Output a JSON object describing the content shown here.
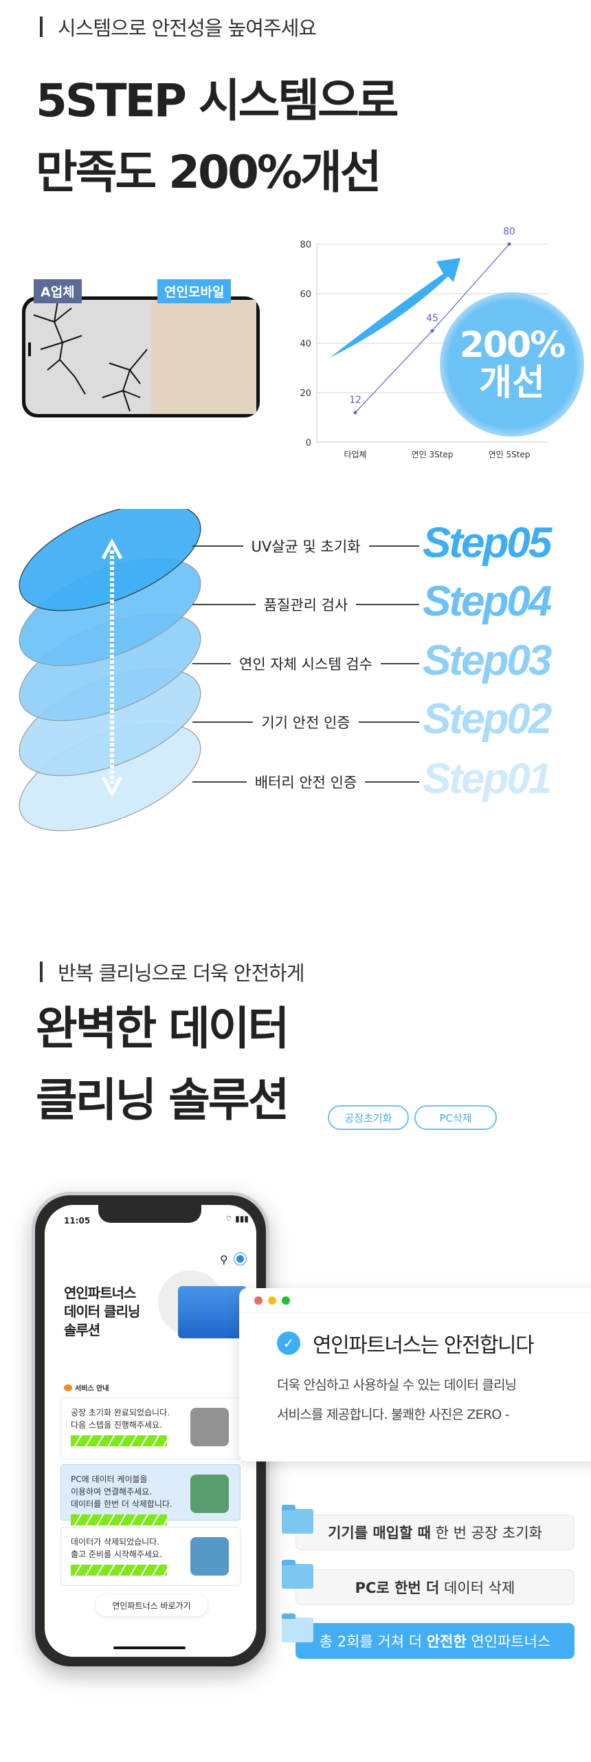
{
  "section1": {
    "subtitle": "시스템으로 안전성을 높여주세요",
    "title_line1": "5STEP 시스템으로",
    "title_line2": "만족도 200%개선",
    "compare": {
      "left_tag": "A업체",
      "right_tag": "연인모바일"
    },
    "badge": {
      "line1": "200%",
      "line2": "개선"
    }
  },
  "chart_data": {
    "type": "line",
    "categories": [
      "타업체",
      "연인 3Step",
      "연인 5Step"
    ],
    "values": [
      12,
      45,
      80
    ],
    "value_labels": [
      "12",
      "45",
      "80"
    ],
    "yticks": [
      "0",
      "20",
      "40",
      "60",
      "80"
    ],
    "ylim": [
      0,
      80
    ],
    "title": "",
    "xlabel": "",
    "ylabel": "",
    "grid": true,
    "color": "#5b5fe0"
  },
  "steps": [
    {
      "label": "UV살균 및 초기화",
      "step": "Step05",
      "color": "#3daef4"
    },
    {
      "label": "품질관리 검사",
      "step": "Step04",
      "color": "#6bc1f7"
    },
    {
      "label": "연인 자체 시스템 검수",
      "step": "Step03",
      "color": "#8ecff8"
    },
    {
      "label": "기기 안전 인증",
      "step": "Step02",
      "color": "#acdcfa"
    },
    {
      "label": "배터리 안전 인증",
      "step": "Step01",
      "color": "#cfeafc"
    }
  ],
  "section2": {
    "subtitle": "반복 클리닝으로 더욱 안전하게",
    "title_line1": "완벽한 데이터",
    "title_line2": "클리닝 솔루션",
    "pills": [
      "공장초기화",
      "PC삭제"
    ]
  },
  "phone": {
    "time": "11:05",
    "title": [
      "연인파트너스",
      "데이터 클리닝",
      "솔루션"
    ],
    "service_label": "서비스 안내",
    "cards": [
      {
        "lines": [
          "공장 초기화 완료되었습니다.",
          "다음 스텝을 진행해주세요."
        ],
        "progress": 1.0
      },
      {
        "lines": [
          "PC에 데이터 케이블을",
          "이용하여 연결해주세요.",
          "데이터를 한번 더 삭제합니다."
        ],
        "progress": 1.0
      },
      {
        "lines": [
          "데이터가 삭제되었습니다.",
          "출고 준비를 시작해주세요."
        ],
        "progress": 1.0
      }
    ],
    "button": "연인파트너스 바로가기"
  },
  "popup": {
    "title": "연인파트너스는 안전합니다",
    "body_line1": "더욱 안심하고 사용하실 수 있는 데이터 클리닝",
    "body_line2": "서비스를 제공합니다. 불쾌한 사진은 ZERO -"
  },
  "rows": [
    {
      "bold": "기기를 매입할 때",
      "rest": " 한 번 공장 초기화"
    },
    {
      "bold": "PC로 한번 더",
      "rest": " 데이터 삭제"
    },
    {
      "pre": "총 2회를 거쳐 더 ",
      "bold": "안전한",
      "rest": " 연인파트너스"
    }
  ]
}
